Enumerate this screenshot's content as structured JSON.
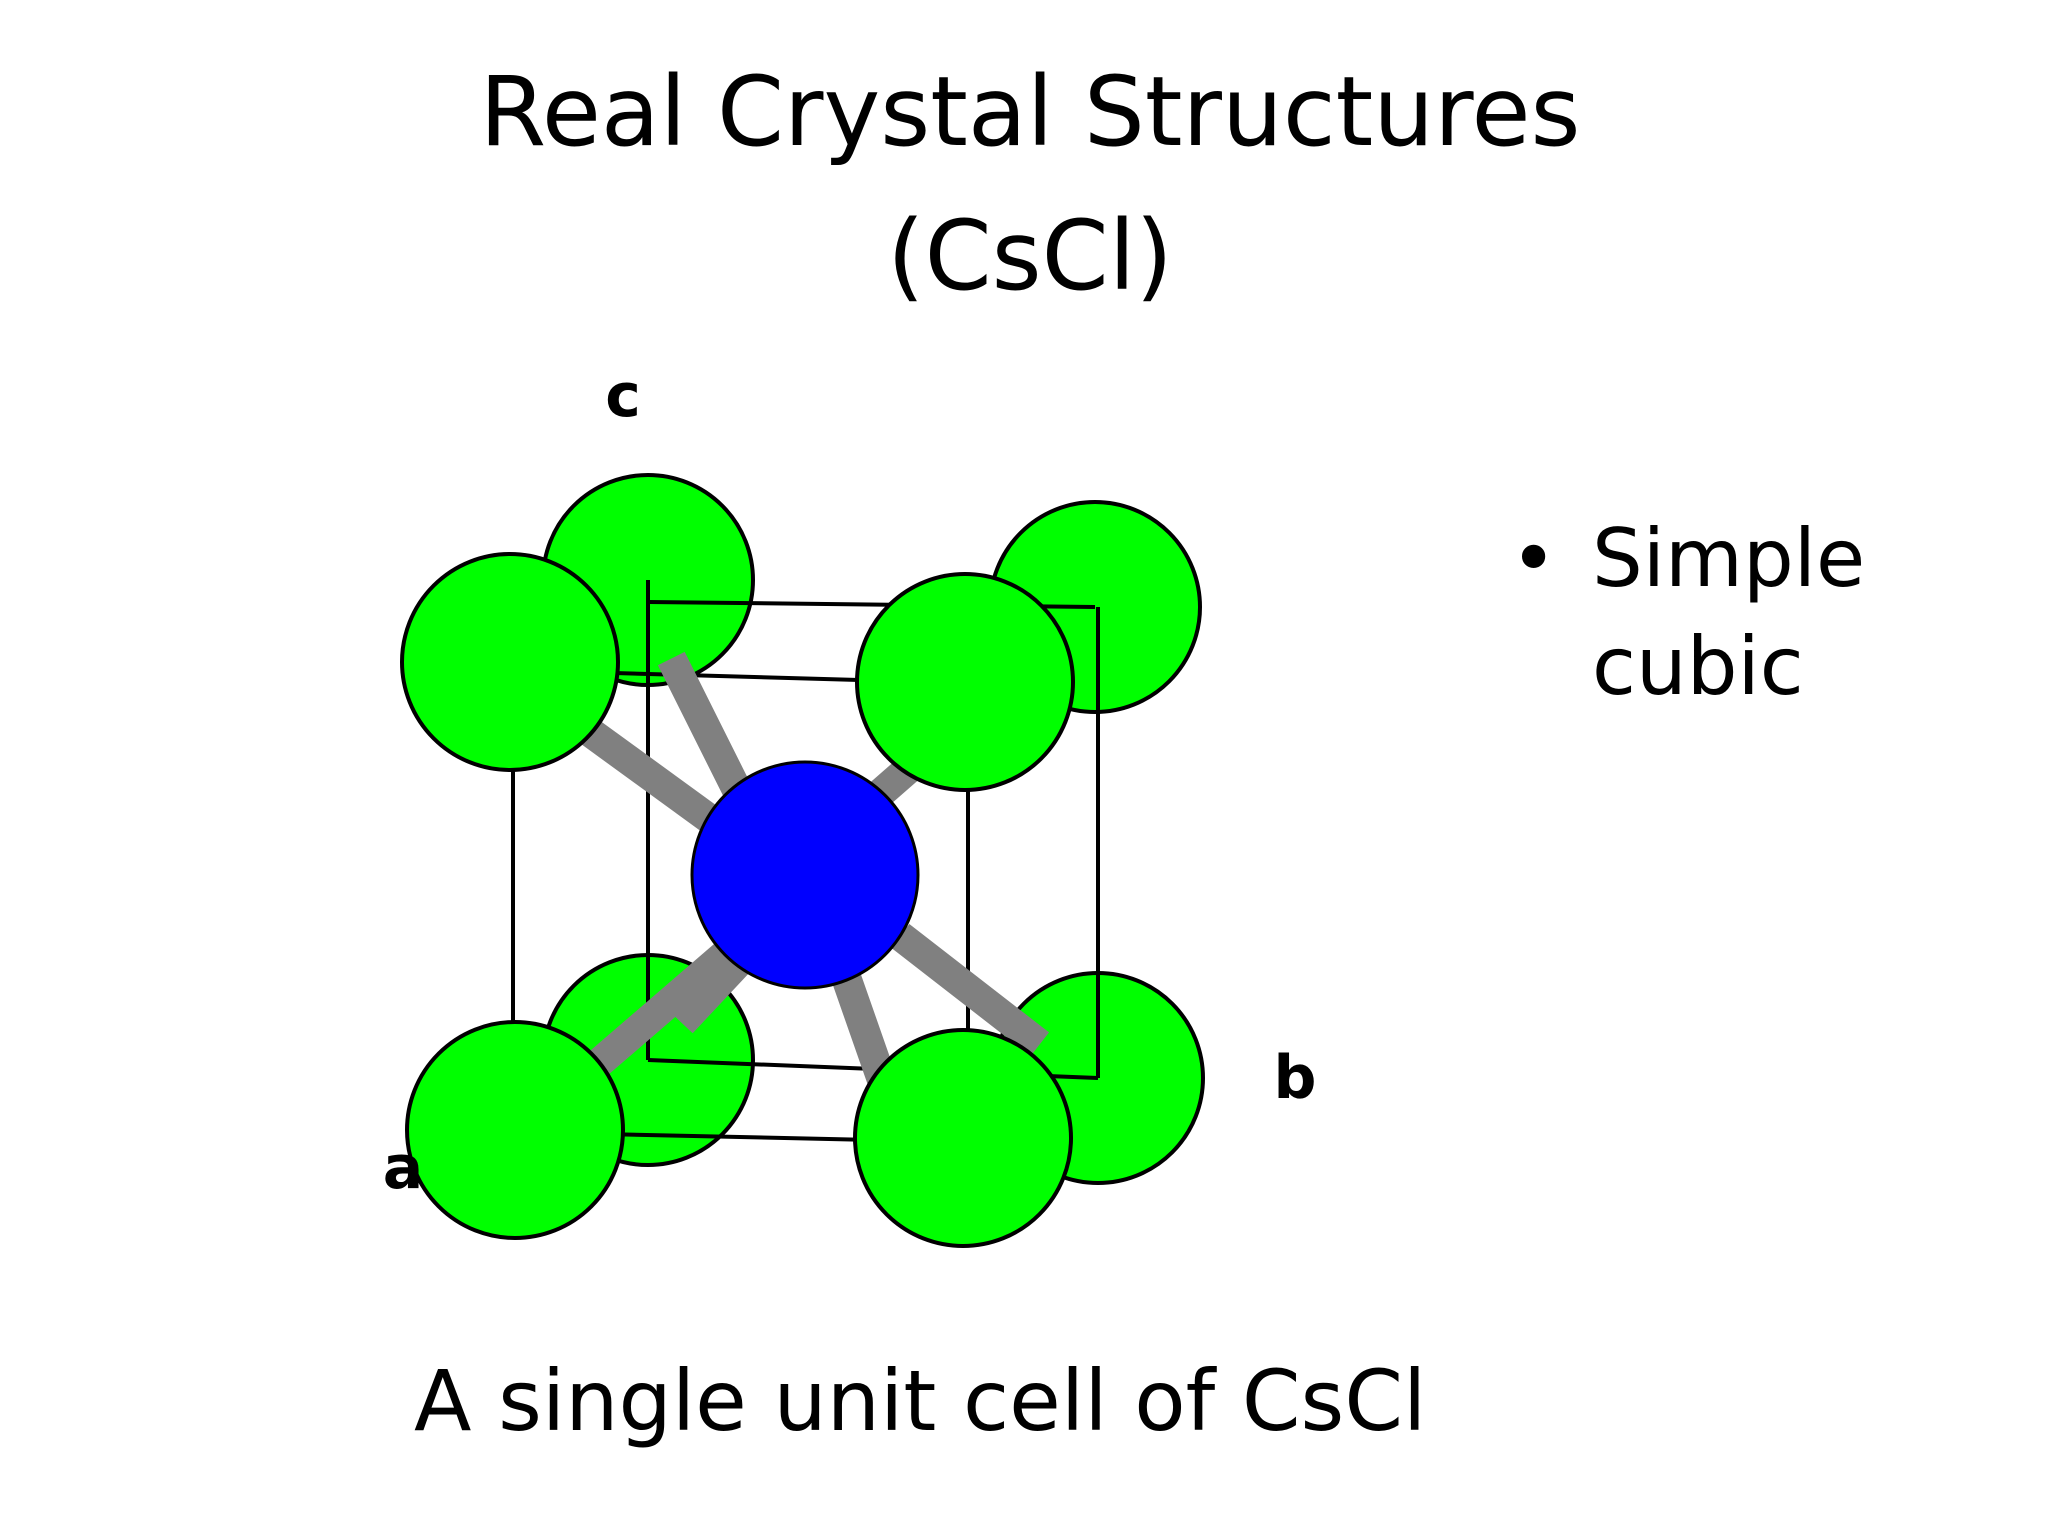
{
  "slide": {
    "title_line1": "Real Crystal Structures",
    "title_line2": "(CsCl)",
    "bullets": [
      {
        "text_line1": "Simple",
        "text_line2": "cubic"
      }
    ],
    "caption": "A single unit cell of CsCl"
  },
  "diagram": {
    "axis_labels": {
      "a": "a",
      "b": "b",
      "c": "c"
    },
    "colors": {
      "corner_atom": "#00ff00",
      "center_atom": "#0000ff",
      "bond": "#808080",
      "edge": "#000000"
    }
  }
}
